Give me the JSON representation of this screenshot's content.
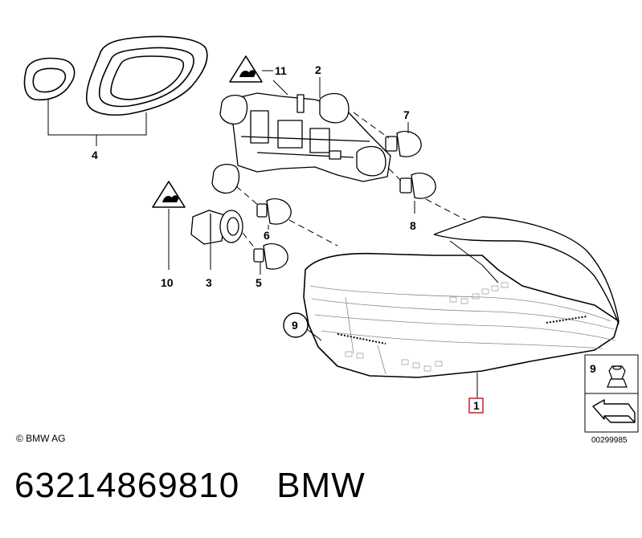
{
  "diagram": {
    "callouts": {
      "c1": "1",
      "c2": "2",
      "c3": "3",
      "c4": "4",
      "c5": "5",
      "c6": "6",
      "c7": "7",
      "c8": "8",
      "c9": "9",
      "c10": "10",
      "c11": "11",
      "c9_legend": "9"
    },
    "highlighted_callout": "1",
    "highlight_color": "#d9272e"
  },
  "footer": {
    "copyright": "© BMW AG",
    "doc_number": "00299985"
  },
  "caption": {
    "part_number": "63214869810",
    "brand": "BMW"
  }
}
